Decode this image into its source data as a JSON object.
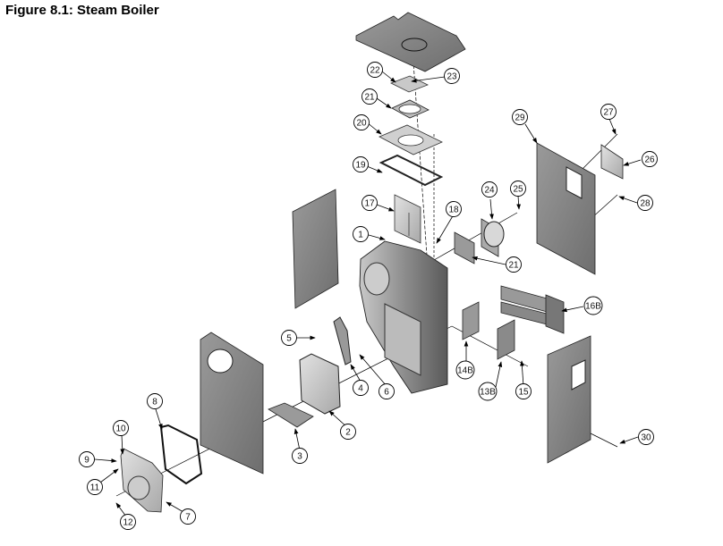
{
  "figure": {
    "title": "Figure 8.1: Steam Boiler"
  },
  "callouts": [
    {
      "id": "c1",
      "label": "1"
    },
    {
      "id": "c2",
      "label": "2"
    },
    {
      "id": "c3",
      "label": "3"
    },
    {
      "id": "c4",
      "label": "4"
    },
    {
      "id": "c5",
      "label": "5"
    },
    {
      "id": "c6",
      "label": "6"
    },
    {
      "id": "c7",
      "label": "7"
    },
    {
      "id": "c8",
      "label": "8"
    },
    {
      "id": "c9",
      "label": "9"
    },
    {
      "id": "c10",
      "label": "10"
    },
    {
      "id": "c11",
      "label": "11"
    },
    {
      "id": "c12",
      "label": "12"
    },
    {
      "id": "c13b",
      "label": "13B"
    },
    {
      "id": "c14b",
      "label": "14B"
    },
    {
      "id": "c15",
      "label": "15"
    },
    {
      "id": "c16b",
      "label": "16B"
    },
    {
      "id": "c17",
      "label": "17"
    },
    {
      "id": "c18",
      "label": "18"
    },
    {
      "id": "c19",
      "label": "19"
    },
    {
      "id": "c20",
      "label": "20"
    },
    {
      "id": "c21a",
      "label": "21"
    },
    {
      "id": "c21b",
      "label": "21"
    },
    {
      "id": "c22",
      "label": "22"
    },
    {
      "id": "c23",
      "label": "23"
    },
    {
      "id": "c24",
      "label": "24"
    },
    {
      "id": "c25",
      "label": "25"
    },
    {
      "id": "c26",
      "label": "26"
    },
    {
      "id": "c27",
      "label": "27"
    },
    {
      "id": "c28",
      "label": "28"
    },
    {
      "id": "c29",
      "label": "29"
    },
    {
      "id": "c30",
      "label": "30"
    }
  ]
}
